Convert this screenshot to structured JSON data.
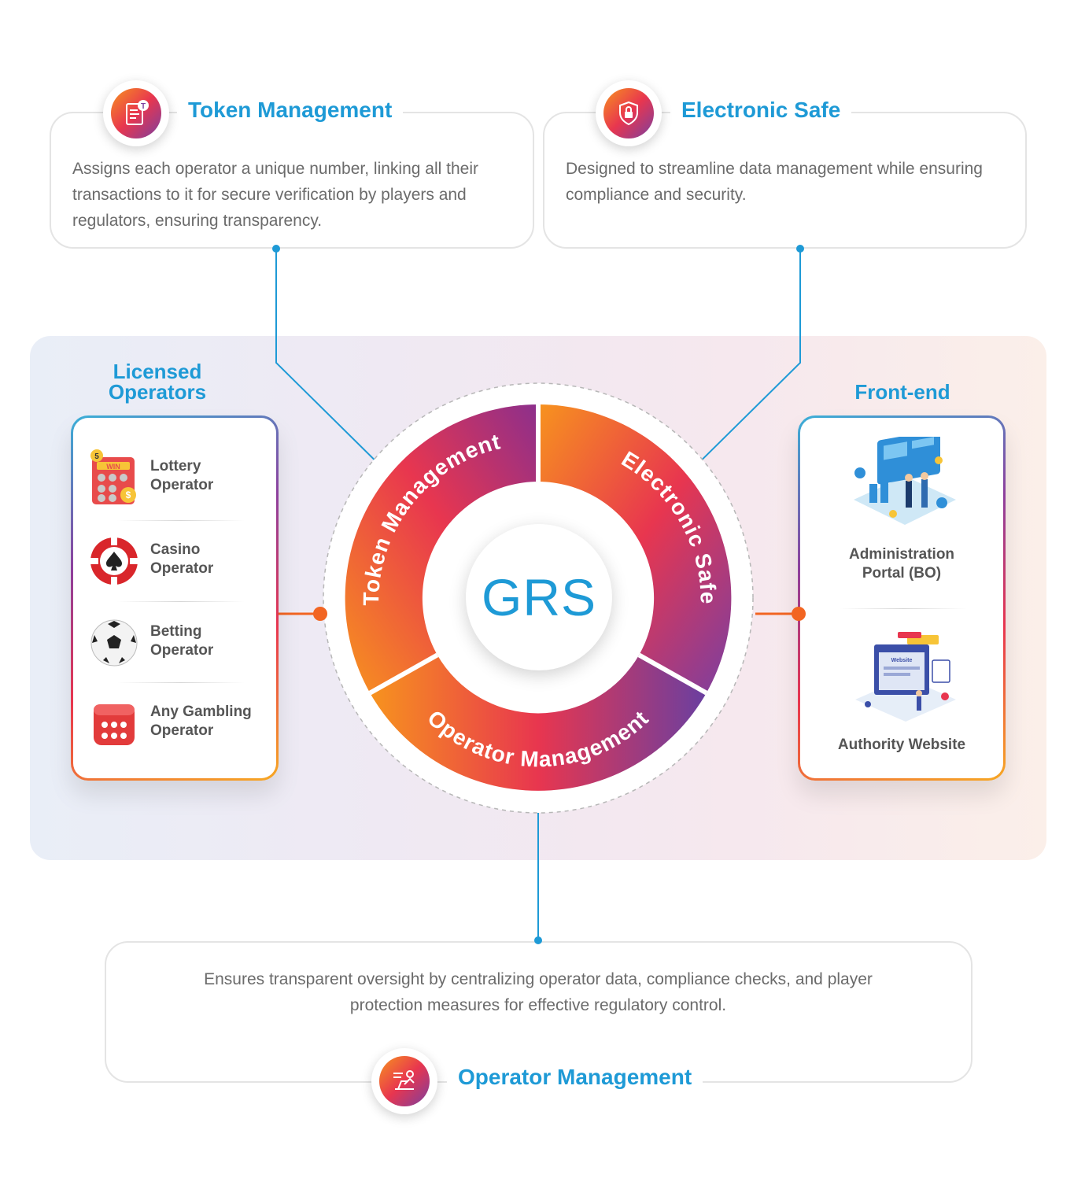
{
  "cards": {
    "token": {
      "title": "Token Management",
      "text": "Assigns each operator a unique number, linking all their transactions to it for secure verification by players and regulators, ensuring transparency.",
      "icon": "token-document-icon"
    },
    "safe": {
      "title": "Electronic Safe",
      "text": "Designed to streamline data management while ensuring compliance and security.",
      "icon": "shield-lock-icon"
    },
    "operator": {
      "title": "Operator Management",
      "text": "Ensures transparent oversight by centralizing operator data, compliance checks, and player protection measures for effective regulatory control.",
      "icon": "operator-desk-icon"
    }
  },
  "licensed": {
    "heading": "Licensed Operators",
    "items": [
      {
        "label": "Lottery Operator",
        "icon": "lottery-ticket-icon"
      },
      {
        "label": "Casino Operator",
        "icon": "casino-chip-icon"
      },
      {
        "label": "Betting Operator",
        "icon": "soccer-ball-icon"
      },
      {
        "label": "Any Gambling Operator",
        "icon": "dice-icon"
      }
    ]
  },
  "frontend": {
    "heading": "Front-end",
    "items": [
      {
        "label": "Administration Portal (BO)",
        "icon": "admin-portal-illustration"
      },
      {
        "label": "Authority Website",
        "icon": "website-illustration",
        "website_text": "Website"
      }
    ]
  },
  "center": {
    "label": "GRS",
    "segments": [
      "Token Management",
      "Electronic Safe",
      "Operator Management"
    ]
  },
  "colors": {
    "accent": "#1e9ad6",
    "orange": "#f7931e",
    "red": "#e8364f",
    "purple": "#7b3fa0",
    "connector_orange": "#f26522"
  }
}
